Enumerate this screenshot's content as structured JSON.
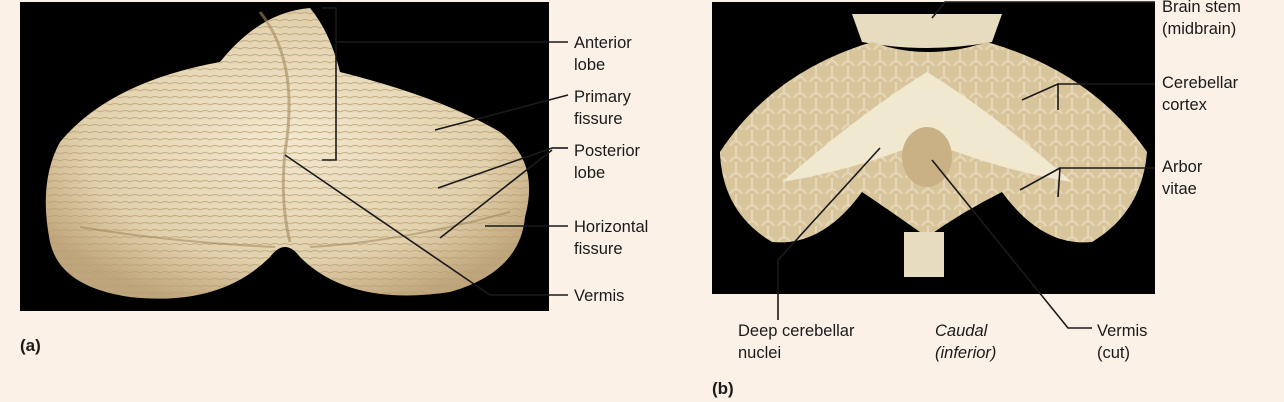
{
  "panel_a": {
    "letter": "(a)",
    "labels": {
      "anterior_lobe": "Anterior\nlobe",
      "primary_fissure": "Primary\nfissure",
      "posterior_lobe": "Posterior\nlobe",
      "horizontal_fissure": "Horizontal\nfissure",
      "vermis": "Vermis"
    }
  },
  "panel_b": {
    "letter": "(b)",
    "labels": {
      "brain_stem": "Brain stem\n(midbrain)",
      "cerebellar_cortex": "Cerebellar\ncortex",
      "arbor_vitae": "Arbor\nvitae",
      "deep_nuclei": "Deep cerebellar\nnuclei",
      "caudal": "Caudal\n(inferior)",
      "vermis_cut": "Vermis\n(cut)"
    }
  },
  "colors": {
    "background": "#fbf1e7",
    "photo_bg": "#000000",
    "tissue_light": "#efe3c7",
    "tissue_mid": "#dccaa2",
    "tissue_dark": "#b89f74",
    "leader_line": "#1a1a1a"
  }
}
